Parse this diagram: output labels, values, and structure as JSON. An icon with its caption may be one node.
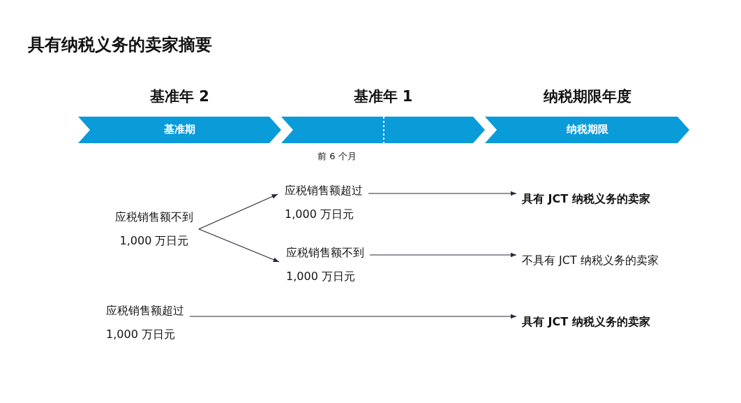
{
  "diagram": {
    "title": "具有纳税义务的卖家摘要",
    "nodes": [
      {
        "text": [
          "基准年 2",
          "基准期"
        ]
      },
      {
        "text": [
          "基准年 1"
        ],
        "beside": [
          "前 6 个月"
        ]
      },
      {
        "text": [
          "纳税期限年度",
          "纳税期限"
        ]
      },
      {
        "text": [
          "应税销售额不到 1,000 万日元"
        ]
      },
      {
        "text": [
          "应税销售额超过 1,000 万日元"
        ]
      },
      {
        "text": [
          "应税销售额不到 1,000 万日元"
        ]
      },
      {
        "text": [
          "具有 JCT 纳税义务的卖家"
        ]
      },
      {
        "text": [
          "不具有 JCT 纳税义务的卖家"
        ]
      },
      {
        "text": [
          "应税销售额超过 1,000 万日元"
        ]
      },
      {
        "text": [
          "具有 JCT 纳税义务的卖家"
        ]
      }
    ],
    "edges": [
      {
        "from": 3,
        "to": 4,
        "arrow": "to"
      },
      {
        "from": 3,
        "to": 5,
        "arrow": "to"
      },
      {
        "from": 4,
        "to": 6,
        "arrow": "to"
      },
      {
        "from": 5,
        "to": 7,
        "arrow": "to"
      },
      {
        "from": 8,
        "to": 9,
        "arrow": "to"
      }
    ]
  }
}
